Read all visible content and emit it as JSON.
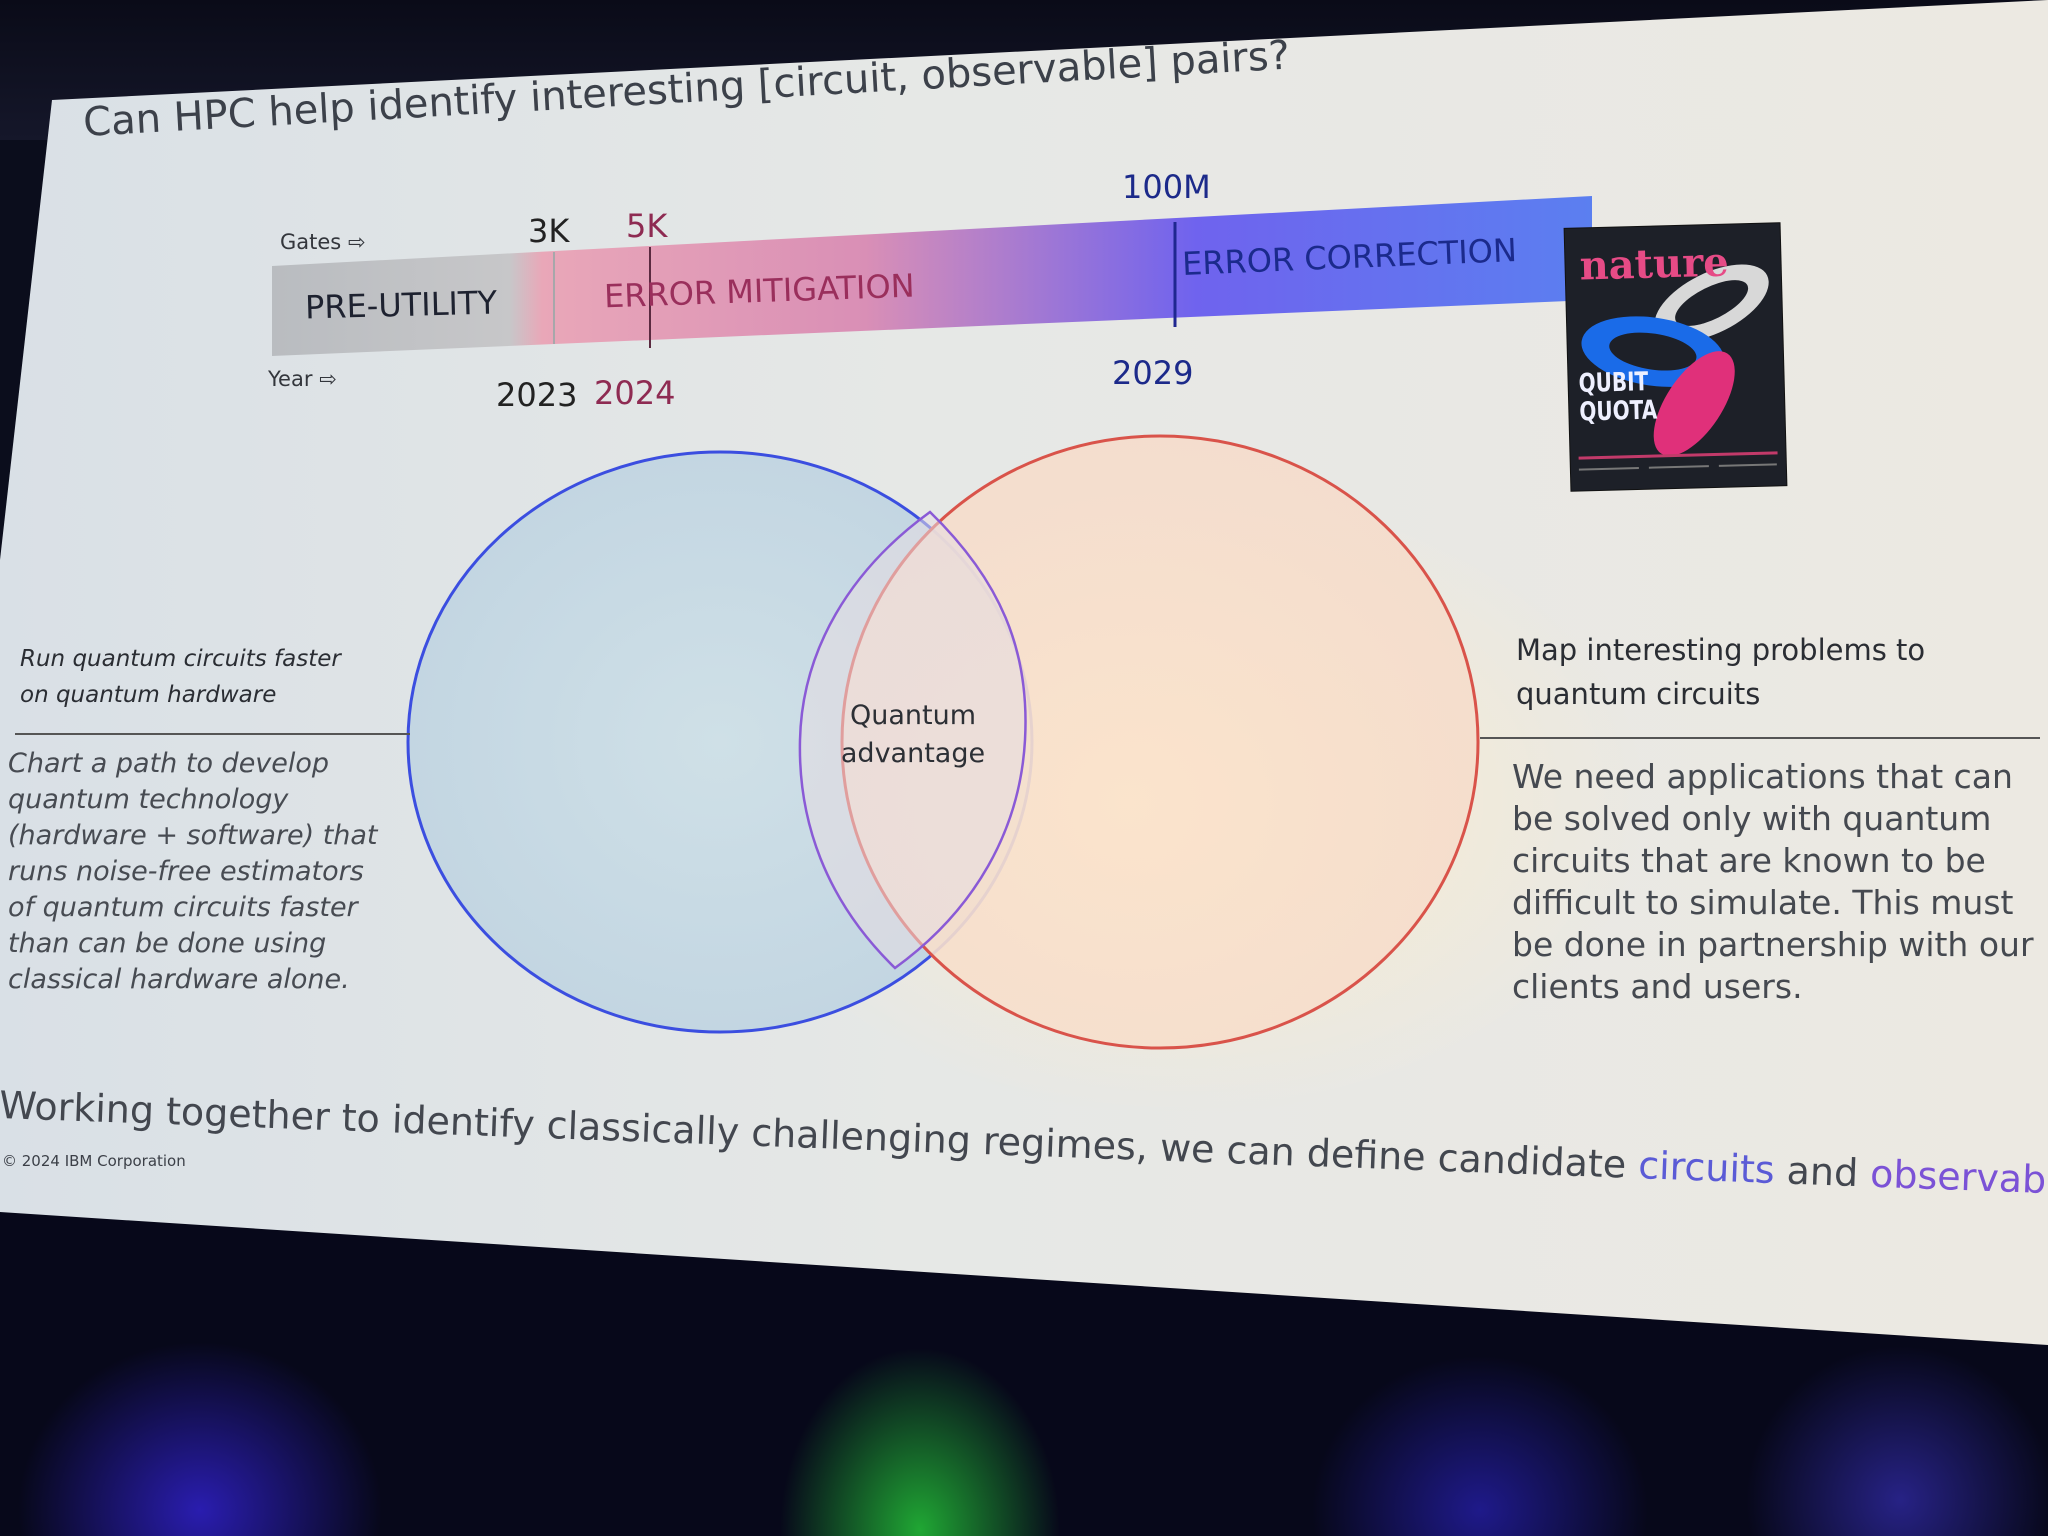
{
  "slide": {
    "title": "Can HPC help identify interesting [circuit, observable] pairs?",
    "roadmap": {
      "gates_label": "Gates ⇨",
      "year_label": "Year ⇨",
      "gate_markers": [
        "3K",
        "5K",
        "100M"
      ],
      "year_markers": [
        "2023",
        "2024",
        "2029"
      ],
      "phases": [
        "PRE-UTILITY",
        "ERROR MITIGATION",
        "ERROR CORRECTION"
      ]
    },
    "journal_cover": {
      "title": "nature",
      "headline": "QUBIT QUOTA"
    },
    "venn": {
      "intersection_label_line1": "Quantum",
      "intersection_label_line2": "advantage"
    },
    "left_panel": {
      "heading": "Run quantum circuits faster on quantum hardware",
      "body": "Chart a path to develop quantum technology (hardware + software) that runs noise-free estimators of quantum circuits faster than can be done using classical hardware alone."
    },
    "right_panel": {
      "heading": "Map interesting problems to quantum circuits",
      "body": "We need applications that can be solved only with quantum circuits that are known to be difficult to simulate. This must be done in partnership with our clients and users."
    },
    "bottom": {
      "sentence_start": "Working together to identify classically challenging regimes, we can define candidate ",
      "word_circuits": "circuits",
      "word_and": " and ",
      "word_observables": "observables",
      "period": "."
    },
    "copyright": "© 2024 IBM Corporation"
  },
  "colors": {
    "blue_circle": "#3b4ee0",
    "red_circle": "#d9534a",
    "overlap_stroke": "#8a5ad6",
    "accent_circuits": "#5b5bd6",
    "accent_observables": "#7b52d6"
  }
}
